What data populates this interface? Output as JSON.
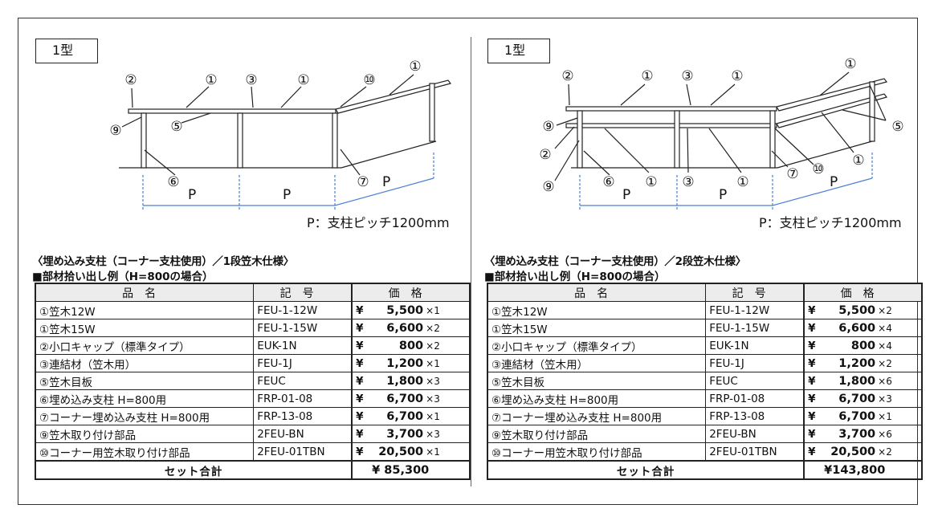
{
  "panels": [
    {
      "type_label": "1型",
      "callouts": [
        "②",
        "①",
        "③",
        "①",
        "⑩",
        "①",
        "⑨",
        "⑤",
        "⑥",
        "⑦"
      ],
      "pitch_labels": [
        "P",
        "P",
        "P"
      ],
      "pitch_note": "P：支柱ピッチ1200mm",
      "title": "〈埋め込み支柱（コーナー支柱使用）／1段笠木仕様〉",
      "subtitle": "■部材拾い出し例（H=800の場合）",
      "headers": {
        "name": "品名",
        "code": "記号",
        "price": "価格"
      },
      "rows": [
        {
          "name": "①笠木12W",
          "code": "FEU-1-12W",
          "yen": "¥",
          "amount": "5,500",
          "qty": "×1"
        },
        {
          "name": "①笠木15W",
          "code": "FEU-1-15W",
          "yen": "¥",
          "amount": "6,600",
          "qty": "×2"
        },
        {
          "name": "②小口キャップ（標準タイプ）",
          "code": "EUK-1N",
          "yen": "¥",
          "amount": "800",
          "qty": "×2"
        },
        {
          "name": "③連結材（笠木用）",
          "code": "FEU-1J",
          "yen": "¥",
          "amount": "1,200",
          "qty": "×1"
        },
        {
          "name": "⑤笠木目板",
          "code": "FEUC",
          "yen": "¥",
          "amount": "1,800",
          "qty": "×3"
        },
        {
          "name": "⑥埋め込み支柱 H=800用",
          "code": "FRP-01-08",
          "yen": "¥",
          "amount": "6,700",
          "qty": "×3"
        },
        {
          "name": "⑦コーナー埋め込み支柱 H=800用",
          "code": "FRP-13-08",
          "yen": "¥",
          "amount": "6,700",
          "qty": "×1"
        },
        {
          "name": "⑨笠木取り付け部品",
          "code": "2FEU-BN",
          "yen": "¥",
          "amount": "3,700",
          "qty": "×3"
        },
        {
          "name": "⑩コーナー用笠木取り付け部品",
          "code": "2FEU-01TBN",
          "yen": "¥",
          "amount": "20,500",
          "qty": "×1"
        }
      ],
      "total_label": "セット合計",
      "total_value": "¥  85,300"
    },
    {
      "type_label": "1型",
      "callouts": [
        "②",
        "①",
        "③",
        "①",
        "①",
        "⑨",
        "⑤",
        "②",
        "⑨",
        "⑥",
        "①",
        "③",
        "①",
        "⑦",
        "⑩",
        "①"
      ],
      "pitch_labels": [
        "P",
        "P",
        "P"
      ],
      "pitch_note": "P：支柱ピッチ1200mm",
      "title": "〈埋め込み支柱（コーナー支柱使用）／2段笠木仕様〉",
      "subtitle": "■部材拾い出し例（H=800の場合）",
      "headers": {
        "name": "品名",
        "code": "記号",
        "price": "価格"
      },
      "rows": [
        {
          "name": "①笠木12W",
          "code": "FEU-1-12W",
          "yen": "¥",
          "amount": "5,500",
          "qty": "×2"
        },
        {
          "name": "①笠木15W",
          "code": "FEU-1-15W",
          "yen": "¥",
          "amount": "6,600",
          "qty": "×4"
        },
        {
          "name": "②小口キャップ（標準タイプ）",
          "code": "EUK-1N",
          "yen": "¥",
          "amount": "800",
          "qty": "×4"
        },
        {
          "name": "③連結材（笠木用）",
          "code": "FEU-1J",
          "yen": "¥",
          "amount": "1,200",
          "qty": "×2"
        },
        {
          "name": "⑤笠木目板",
          "code": "FEUC",
          "yen": "¥",
          "amount": "1,800",
          "qty": "×6"
        },
        {
          "name": "⑥埋め込み支柱 H=800用",
          "code": "FRP-01-08",
          "yen": "¥",
          "amount": "6,700",
          "qty": "×3"
        },
        {
          "name": "⑦コーナー埋め込み支柱 H=800用",
          "code": "FRP-13-08",
          "yen": "¥",
          "amount": "6,700",
          "qty": "×1"
        },
        {
          "name": "⑨笠木取り付け部品",
          "code": "2FEU-BN",
          "yen": "¥",
          "amount": "3,700",
          "qty": "×6"
        },
        {
          "name": "⑩コーナー用笠木取り付け部品",
          "code": "2FEU-01TBN",
          "yen": "¥",
          "amount": "20,500",
          "qty": "×2"
        }
      ],
      "total_label": "セット合計",
      "total_value": "¥143,800"
    }
  ]
}
